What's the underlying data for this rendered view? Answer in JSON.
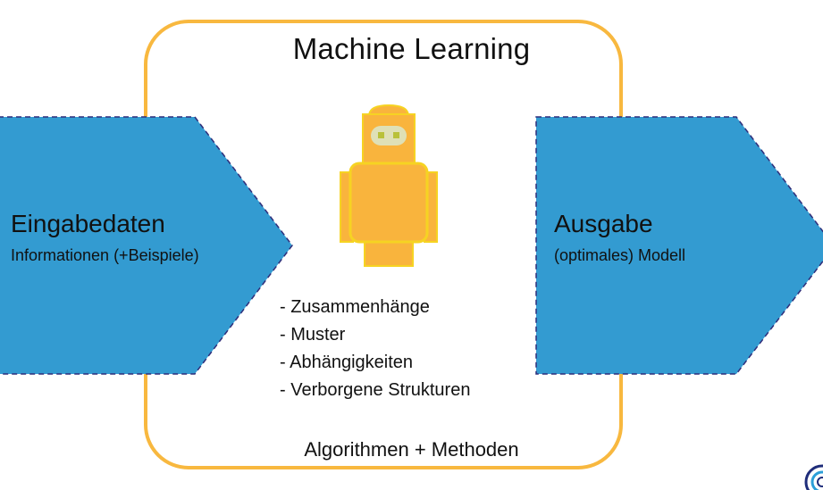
{
  "diagram": {
    "title": "Machine Learning",
    "input": {
      "title": "Eingabedaten",
      "subtitle": "Informationen (+Beispiele)"
    },
    "output": {
      "title": "Ausgabe",
      "subtitle": "(optimales) Modell"
    },
    "findings": [
      "- Zusammenhänge",
      "- Muster",
      "- Abhängigkeiten",
      "- Verborgene Strukturen"
    ],
    "footer": "Algorithmen + Methoden",
    "icons": [
      "robot-icon",
      "logo-icon"
    ],
    "colors": {
      "frame": "#f8b83f",
      "arrow_fill": "#339bd1",
      "arrow_border": "#2e2e7a",
      "robot_body": "#f9b43d",
      "robot_outline": "#f6d322",
      "robot_visor": "#dfe0b6",
      "robot_eyes": "#b9c13a"
    }
  }
}
